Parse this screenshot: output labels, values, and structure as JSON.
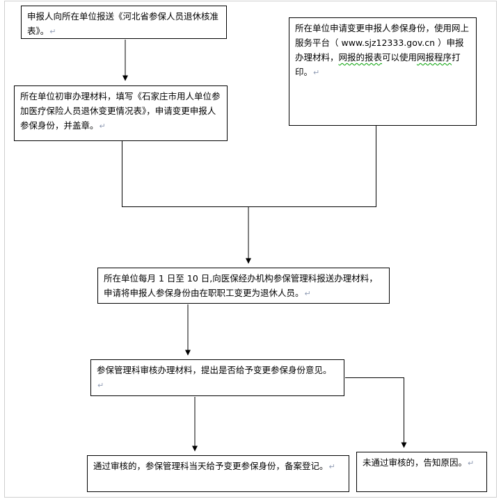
{
  "colors": {
    "box_border": "#000000",
    "text": "#000000",
    "paragraph_mark": "#8f9bb3",
    "grammar_underline": "#00a000",
    "page_border": "#cfcfcf"
  },
  "boxes": {
    "report_submit": {
      "text": "申报人向所在单位报送《河北省参保人员退休核准表》。",
      "mark": "↵"
    },
    "online_platform": {
      "segments": [
        {
          "text": "所在单位申请变更申报人参保身份，使用网上服务平台（ www.sjz12333.gov.cn ）申报办理材料，"
        },
        {
          "text": "网报的报表",
          "grammar": true
        },
        {
          "text": "可以使用"
        },
        {
          "text": "网报程序",
          "grammar": true
        },
        {
          "text": "打印。"
        }
      ],
      "mark": "↵"
    },
    "unit_review": {
      "text": "所在单位初审办理材料，填写《石家庄市用人单位参加医疗保险人员退休变更情况表》，申请变更申报人参保身份，并盖章。",
      "mark": "↵"
    },
    "monthly_submit": {
      "text": "所在单位每月 1 日至 10 日,向医保经办机构参保管理科报送办理材料，申请将申报人参保身份由在职职工变更为退休人员。",
      "mark": "↵"
    },
    "dept_review": {
      "text": "参保管理科审核办理材料，提出是否给予变更参保身份意见。",
      "mark": "↵"
    },
    "approved": {
      "text": "通过审核的，参保管理科当天给予变更参保身份，备案登记。",
      "mark": "↵"
    },
    "rejected": {
      "text": "未通过审核的，告知原因。",
      "mark": "↵"
    }
  }
}
